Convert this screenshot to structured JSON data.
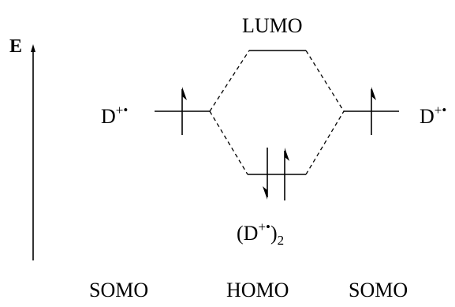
{
  "axis": {
    "label": "E"
  },
  "labels": {
    "lumo": "LUMO",
    "left_radical": {
      "base": "D",
      "sup": "+•"
    },
    "right_radical": {
      "base": "D",
      "sup": "+•"
    },
    "dimer": {
      "open": "(D",
      "sup": "+•",
      "close": ")",
      "sub": "2"
    }
  },
  "bottom_labels": [
    "SOMO",
    "HOMO",
    "SOMO"
  ],
  "colors": {
    "line": "#000000",
    "background": "#ffffff"
  }
}
